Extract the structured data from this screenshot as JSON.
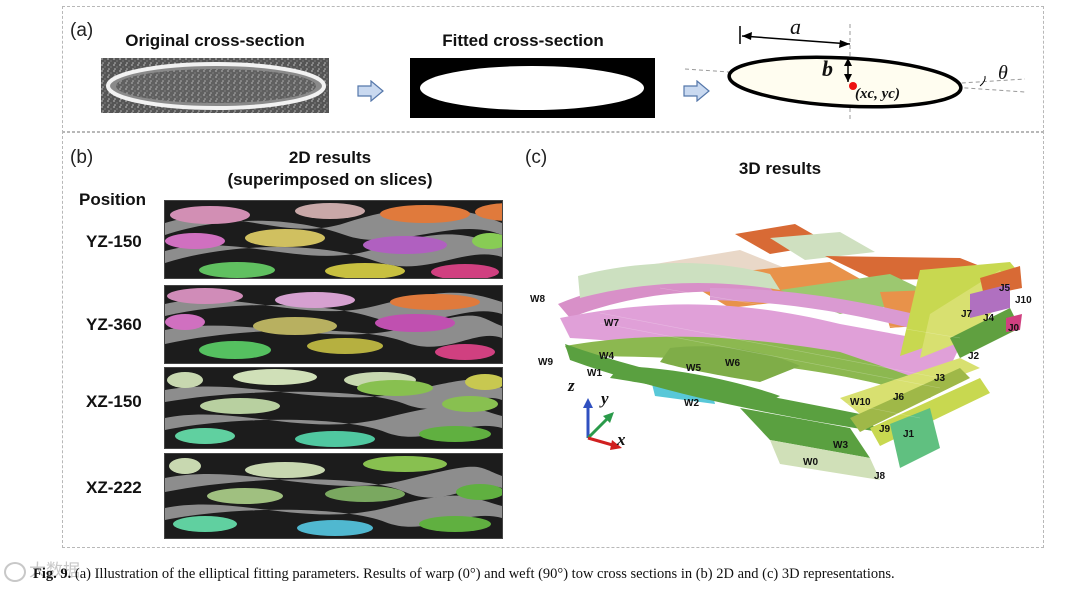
{
  "panel_a": {
    "label": "(a)",
    "original_title": "Original cross-section",
    "fitted_title": "Fitted cross-section",
    "param_a": "a",
    "param_b": "b",
    "param_theta": "θ",
    "param_center": "(xc, yc)"
  },
  "panel_b": {
    "label": "(b)",
    "title_line1": "2D results",
    "title_line2": "(superimposed on slices)",
    "position_header": "Position",
    "positions": [
      "YZ-150",
      "YZ-360",
      "XZ-150",
      "XZ-222"
    ]
  },
  "panel_c": {
    "label": "(c)",
    "title": "3D results",
    "axes": {
      "z": "z",
      "y": "y",
      "x": "x"
    },
    "tow_labels": {
      "W8": "W8",
      "W7": "W7",
      "W9": "W9",
      "W4": "W4",
      "W1": "W1",
      "W5": "W5",
      "W6": "W6",
      "W2": "W2",
      "W10": "W10",
      "W3": "W3",
      "W0": "W0",
      "J5": "J5",
      "J10": "J10",
      "J7": "J7",
      "J4": "J4",
      "J0": "J0",
      "J2": "J2",
      "J3": "J3",
      "J6": "J6",
      "J9": "J9",
      "J1": "J1",
      "J8": "J8"
    }
  },
  "caption": {
    "prefix": "Fig. 9.",
    "text": "(a) Illustration of the elliptical fitting parameters. Results of warp (0°) and weft (90°) tow cross sections in (b) 2D and (c) 3D representations."
  },
  "watermark": "大数据"
}
